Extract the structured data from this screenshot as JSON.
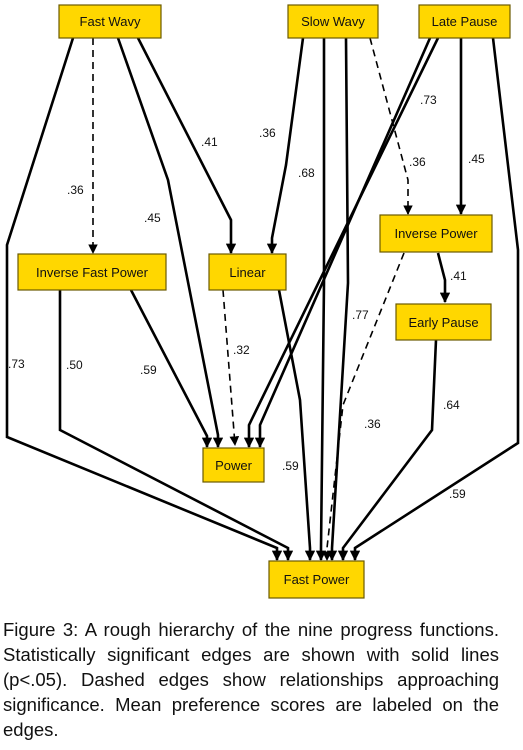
{
  "diagram": {
    "nodes": [
      {
        "id": "fast-wavy",
        "label": "Fast Wavy"
      },
      {
        "id": "slow-wavy",
        "label": "Slow Wavy"
      },
      {
        "id": "late-pause",
        "label": "Late Pause"
      },
      {
        "id": "inverse-power",
        "label": "Inverse Power"
      },
      {
        "id": "inverse-fast-power",
        "label": "Inverse Fast Power"
      },
      {
        "id": "linear",
        "label": "Linear"
      },
      {
        "id": "early-pause",
        "label": "Early Pause"
      },
      {
        "id": "power",
        "label": "Power"
      },
      {
        "id": "fast-power",
        "label": "Fast Power"
      }
    ],
    "edges": [
      {
        "from": "fast-wavy",
        "to": "fast-power",
        "label": ".73",
        "style": "solid"
      },
      {
        "from": "fast-wavy",
        "to": "inverse-fast-power",
        "label": ".36",
        "style": "dashed"
      },
      {
        "from": "fast-wavy",
        "to": "power",
        "label": ".45",
        "style": "solid"
      },
      {
        "from": "fast-wavy",
        "to": "linear",
        "label": ".41",
        "style": "solid"
      },
      {
        "from": "slow-wavy",
        "to": "linear",
        "label": ".36",
        "style": "solid"
      },
      {
        "from": "slow-wavy",
        "to": "fast-power",
        "label": ".68",
        "style": "solid"
      },
      {
        "from": "slow-wavy",
        "to": "fast-power",
        "label": ".77",
        "style": "solid"
      },
      {
        "from": "slow-wavy",
        "to": "inverse-power",
        "label": ".36",
        "style": "dashed"
      },
      {
        "from": "late-pause",
        "to": "power",
        "label": ".73",
        "style": "solid"
      },
      {
        "from": "late-pause",
        "to": "inverse-power",
        "label": ".45",
        "style": "solid"
      },
      {
        "from": "late-pause",
        "to": "fast-power",
        "label": ".59",
        "style": "solid"
      },
      {
        "from": "inverse-power",
        "to": "early-pause",
        "label": ".41",
        "style": "solid"
      },
      {
        "from": "inverse-power",
        "to": "fast-power",
        "label": ".36",
        "style": "dashed"
      },
      {
        "from": "early-pause",
        "to": "fast-power",
        "label": ".64",
        "style": "solid"
      },
      {
        "from": "inverse-fast-power",
        "to": "fast-power",
        "label": ".50",
        "style": "solid"
      },
      {
        "from": "inverse-fast-power",
        "to": "power",
        "label": ".59",
        "style": "solid"
      },
      {
        "from": "linear",
        "to": "power",
        "label": ".32",
        "style": "dashed"
      },
      {
        "from": "linear",
        "to": "fast-power",
        "label": ".59",
        "style": "solid"
      }
    ]
  },
  "caption": "Figure 3: A rough hierarchy of the nine progress functions. Statistically significant edges are shown with solid lines (p<.05). Dashed edges show relationships approaching significance. Mean preference scores are labeled on the edges.",
  "colors": {
    "node_fill": "#FFD700",
    "node_border": "#6b5a00",
    "edge": "#000000"
  }
}
